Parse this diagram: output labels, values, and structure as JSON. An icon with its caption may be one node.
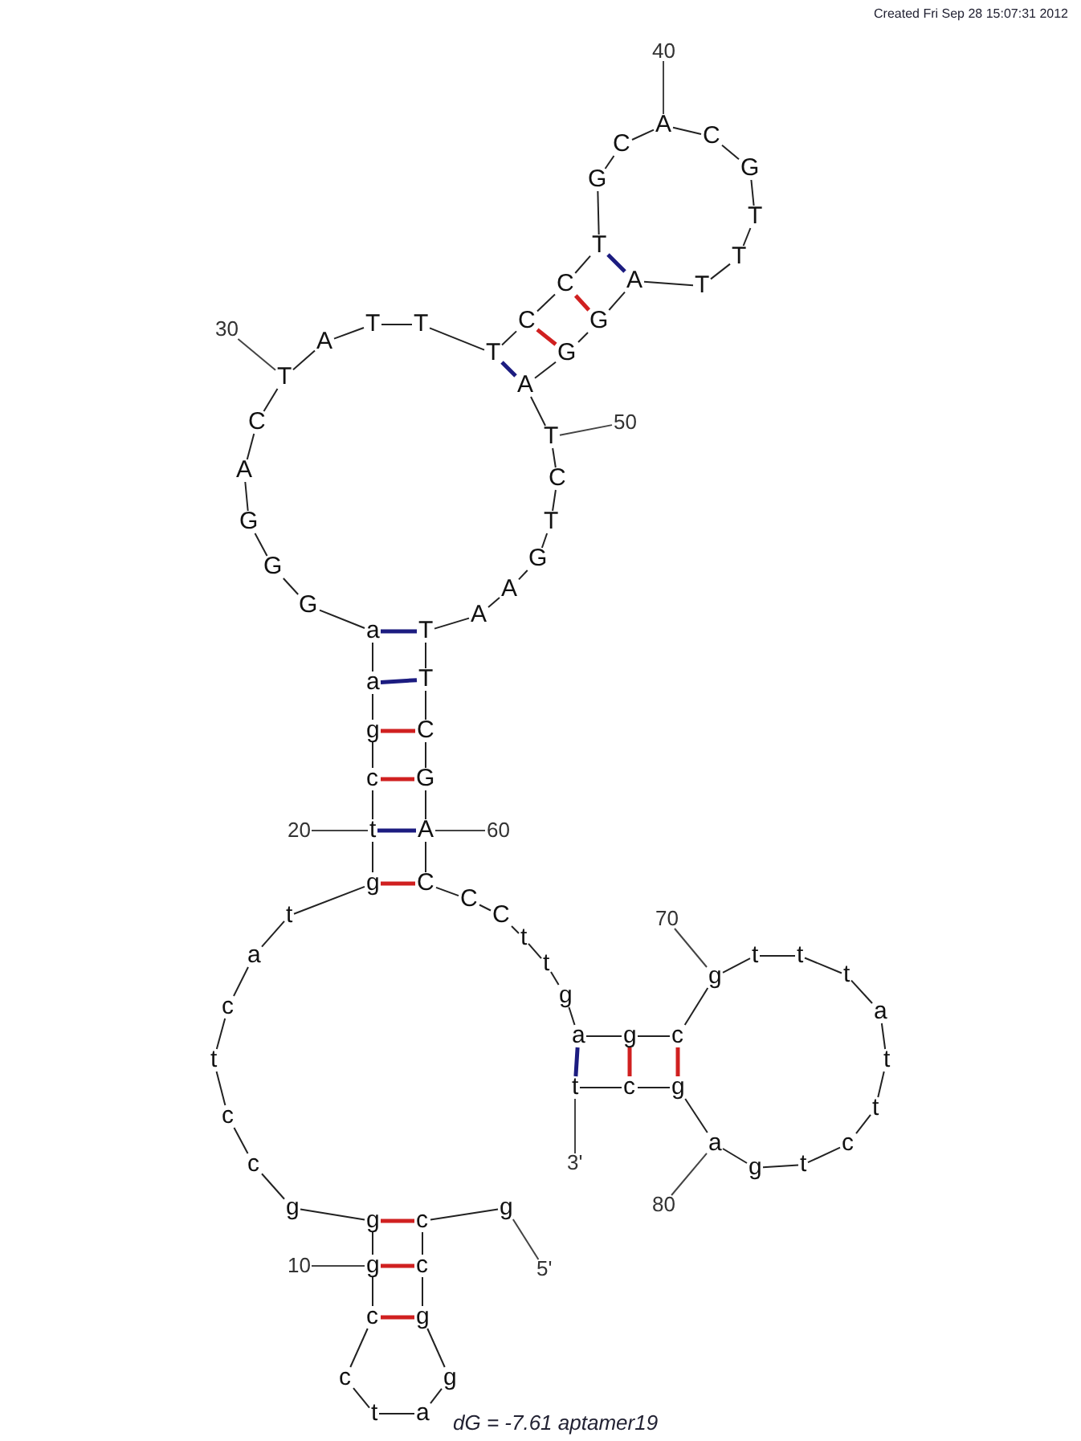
{
  "diagram": {
    "caption": "dG = -7.61 aptamer19",
    "nodes": [
      {
        "text": [
          "g"
        ]
      },
      {
        "text": [
          "c"
        ]
      },
      {
        "text": [
          "c"
        ]
      },
      {
        "text": [
          "g"
        ]
      },
      {
        "text": [
          "g"
        ]
      },
      {
        "text": [
          "a"
        ]
      },
      {
        "text": [
          "t"
        ]
      },
      {
        "text": [
          "c"
        ]
      },
      {
        "text": [
          "c"
        ]
      },
      {
        "text": [
          "g"
        ]
      },
      {
        "text": [
          "g"
        ]
      },
      {
        "text": [
          "g"
        ]
      },
      {
        "text": [
          "c"
        ]
      },
      {
        "text": [
          "c"
        ]
      },
      {
        "text": [
          "t"
        ]
      },
      {
        "text": [
          "c"
        ]
      },
      {
        "text": [
          "a"
        ]
      },
      {
        "text": [
          "t"
        ]
      },
      {
        "text": [
          "g"
        ]
      },
      {
        "text": [
          "t"
        ]
      },
      {
        "text": [
          "c"
        ]
      },
      {
        "text": [
          "g"
        ]
      },
      {
        "text": [
          "a"
        ]
      },
      {
        "text": [
          "a"
        ]
      },
      {
        "text": [
          "G"
        ]
      },
      {
        "text": [
          "G"
        ]
      },
      {
        "text": [
          "G"
        ]
      },
      {
        "text": [
          "A"
        ]
      },
      {
        "text": [
          "C"
        ]
      },
      {
        "text": [
          "T"
        ]
      },
      {
        "text": [
          "A"
        ]
      },
      {
        "text": [
          "T"
        ]
      },
      {
        "text": [
          "T"
        ]
      },
      {
        "text": [
          "T"
        ]
      },
      {
        "text": [
          "C"
        ]
      },
      {
        "text": [
          "C"
        ]
      },
      {
        "text": [
          "T"
        ]
      },
      {
        "text": [
          "G"
        ]
      },
      {
        "text": [
          "C"
        ]
      },
      {
        "text": [
          "A"
        ]
      },
      {
        "text": [
          "C"
        ]
      },
      {
        "text": [
          "G"
        ]
      },
      {
        "text": [
          "T"
        ]
      },
      {
        "text": [
          "T"
        ]
      },
      {
        "text": [
          "T"
        ]
      },
      {
        "text": [
          "A"
        ]
      },
      {
        "text": [
          "G"
        ]
      },
      {
        "text": [
          "G"
        ]
      },
      {
        "text": [
          "A"
        ]
      },
      {
        "text": [
          "T"
        ]
      },
      {
        "text": [
          "C"
        ]
      },
      {
        "text": [
          "T"
        ]
      },
      {
        "text": [
          "G"
        ]
      },
      {
        "text": [
          "A"
        ]
      },
      {
        "text": [
          "A"
        ]
      },
      {
        "text": [
          "T"
        ]
      },
      {
        "text": [
          "T"
        ]
      },
      {
        "text": [
          "C"
        ]
      },
      {
        "text": [
          "G"
        ]
      },
      {
        "text": [
          "A"
        ]
      },
      {
        "text": [
          "C"
        ]
      },
      {
        "text": [
          "C"
        ]
      },
      {
        "text": [
          "C"
        ]
      },
      {
        "text": [
          "t"
        ]
      },
      {
        "text": [
          "t"
        ]
      },
      {
        "text": [
          "g"
        ]
      },
      {
        "text": [
          "a"
        ]
      },
      {
        "text": [
          "g"
        ]
      },
      {
        "text": [
          "c"
        ]
      },
      {
        "text": [
          "g"
        ]
      },
      {
        "text": [
          "t"
        ]
      },
      {
        "text": [
          "t"
        ]
      },
      {
        "text": [
          "t"
        ]
      },
      {
        "text": [
          "a"
        ]
      },
      {
        "text": [
          "t"
        ]
      },
      {
        "text": [
          "t"
        ]
      },
      {
        "text": [
          "c"
        ]
      },
      {
        "text": [
          "t"
        ]
      },
      {
        "text": [
          "g"
        ]
      },
      {
        "text": [
          "a"
        ]
      },
      {
        "text": [
          "g"
        ]
      },
      {
        "text": [
          "c"
        ]
      },
      {
        "text": [
          "t"
        ]
      },
      {
        "text": [
          "10"
        ]
      },
      {
        "text": [
          "20"
        ]
      },
      {
        "text": [
          "30"
        ]
      },
      {
        "text": [
          "40"
        ]
      },
      {
        "text": [
          "50"
        ]
      },
      {
        "text": [
          "60"
        ]
      },
      {
        "text": [
          "70"
        ]
      },
      {
        "text": [
          "80"
        ]
      },
      {
        "text": [
          "5'"
        ]
      },
      {
        "text": [
          "3'"
        ]
      }
    ],
    "edges": [
      {
        "from": 0,
        "to": 1,
        "arrow": "none"
      },
      {
        "from": 1,
        "to": 2,
        "arrow": "none"
      },
      {
        "from": 2,
        "to": 3,
        "arrow": "none"
      },
      {
        "from": 3,
        "to": 4,
        "arrow": "none"
      },
      {
        "from": 4,
        "to": 5,
        "arrow": "none"
      },
      {
        "from": 5,
        "to": 6,
        "arrow": "none"
      },
      {
        "from": 6,
        "to": 7,
        "arrow": "none"
      },
      {
        "from": 7,
        "to": 8,
        "arrow": "none"
      },
      {
        "from": 8,
        "to": 9,
        "arrow": "none"
      },
      {
        "from": 9,
        "to": 10,
        "arrow": "none"
      },
      {
        "from": 10,
        "to": 11,
        "arrow": "none"
      },
      {
        "from": 11,
        "to": 12,
        "arrow": "none"
      },
      {
        "from": 12,
        "to": 13,
        "arrow": "none"
      },
      {
        "from": 13,
        "to": 14,
        "arrow": "none"
      },
      {
        "from": 14,
        "to": 15,
        "arrow": "none"
      },
      {
        "from": 15,
        "to": 16,
        "arrow": "none"
      },
      {
        "from": 16,
        "to": 17,
        "arrow": "none"
      },
      {
        "from": 17,
        "to": 18,
        "arrow": "none"
      },
      {
        "from": 18,
        "to": 19,
        "arrow": "none"
      },
      {
        "from": 19,
        "to": 20,
        "arrow": "none"
      },
      {
        "from": 20,
        "to": 21,
        "arrow": "none"
      },
      {
        "from": 21,
        "to": 22,
        "arrow": "none"
      },
      {
        "from": 22,
        "to": 23,
        "arrow": "none"
      },
      {
        "from": 23,
        "to": 24,
        "arrow": "none"
      },
      {
        "from": 24,
        "to": 25,
        "arrow": "none"
      },
      {
        "from": 25,
        "to": 26,
        "arrow": "none"
      },
      {
        "from": 26,
        "to": 27,
        "arrow": "none"
      },
      {
        "from": 27,
        "to": 28,
        "arrow": "none"
      },
      {
        "from": 28,
        "to": 29,
        "arrow": "none"
      },
      {
        "from": 29,
        "to": 30,
        "arrow": "none"
      },
      {
        "from": 30,
        "to": 31,
        "arrow": "none"
      },
      {
        "from": 31,
        "to": 32,
        "arrow": "none"
      },
      {
        "from": 32,
        "to": 33,
        "arrow": "none"
      },
      {
        "from": 33,
        "to": 34,
        "arrow": "none"
      },
      {
        "from": 34,
        "to": 35,
        "arrow": "none"
      },
      {
        "from": 35,
        "to": 36,
        "arrow": "none"
      },
      {
        "from": 36,
        "to": 37,
        "arrow": "none"
      },
      {
        "from": 37,
        "to": 38,
        "arrow": "none"
      },
      {
        "from": 38,
        "to": 39,
        "arrow": "none"
      },
      {
        "from": 39,
        "to": 40,
        "arrow": "none"
      },
      {
        "from": 40,
        "to": 41,
        "arrow": "none"
      },
      {
        "from": 41,
        "to": 42,
        "arrow": "none"
      },
      {
        "from": 42,
        "to": 43,
        "arrow": "none"
      },
      {
        "from": 43,
        "to": 44,
        "arrow": "none"
      },
      {
        "from": 44,
        "to": 45,
        "arrow": "none"
      },
      {
        "from": 45,
        "to": 46,
        "arrow": "none"
      },
      {
        "from": 46,
        "to": 47,
        "arrow": "none"
      },
      {
        "from": 47,
        "to": 48,
        "arrow": "none"
      },
      {
        "from": 48,
        "to": 49,
        "arrow": "none"
      },
      {
        "from": 49,
        "to": 50,
        "arrow": "none"
      },
      {
        "from": 50,
        "to": 51,
        "arrow": "none"
      },
      {
        "from": 51,
        "to": 52,
        "arrow": "none"
      },
      {
        "from": 52,
        "to": 53,
        "arrow": "none"
      },
      {
        "from": 53,
        "to": 54,
        "arrow": "none"
      },
      {
        "from": 54,
        "to": 55,
        "arrow": "none"
      },
      {
        "from": 55,
        "to": 56,
        "arrow": "none"
      },
      {
        "from": 56,
        "to": 57,
        "arrow": "none"
      },
      {
        "from": 57,
        "to": 58,
        "arrow": "none"
      },
      {
        "from": 58,
        "to": 59,
        "arrow": "none"
      },
      {
        "from": 59,
        "to": 60,
        "arrow": "none"
      },
      {
        "from": 60,
        "to": 61,
        "arrow": "none"
      },
      {
        "from": 61,
        "to": 62,
        "arrow": "none"
      },
      {
        "from": 62,
        "to": 63,
        "arrow": "none"
      },
      {
        "from": 63,
        "to": 64,
        "arrow": "none"
      },
      {
        "from": 64,
        "to": 65,
        "arrow": "none"
      },
      {
        "from": 65,
        "to": 66,
        "arrow": "none"
      },
      {
        "from": 66,
        "to": 67,
        "arrow": "none"
      },
      {
        "from": 67,
        "to": 68,
        "arrow": "none"
      },
      {
        "from": 68,
        "to": 69,
        "arrow": "none"
      },
      {
        "from": 69,
        "to": 70,
        "arrow": "none"
      },
      {
        "from": 70,
        "to": 71,
        "arrow": "none"
      },
      {
        "from": 71,
        "to": 72,
        "arrow": "none"
      },
      {
        "from": 72,
        "to": 73,
        "arrow": "none"
      },
      {
        "from": 73,
        "to": 74,
        "arrow": "none"
      },
      {
        "from": 74,
        "to": 75,
        "arrow": "none"
      },
      {
        "from": 75,
        "to": 76,
        "arrow": "none"
      },
      {
        "from": 76,
        "to": 77,
        "arrow": "none"
      },
      {
        "from": 77,
        "to": 78,
        "arrow": "none"
      },
      {
        "from": 78,
        "to": 79,
        "arrow": "none"
      },
      {
        "from": 79,
        "to": 80,
        "arrow": "none"
      },
      {
        "from": 80,
        "to": 81,
        "arrow": "none"
      },
      {
        "from": 81,
        "to": 82,
        "arrow": "none"
      },
      {
        "from": 1,
        "to": 10,
        "arrow": "none",
        "style": "thick",
        "color": "#d02020"
      },
      {
        "from": 2,
        "to": 9,
        "arrow": "none",
        "style": "thick",
        "color": "#d02020"
      },
      {
        "from": 3,
        "to": 8,
        "arrow": "none",
        "style": "thick",
        "color": "#d02020"
      },
      {
        "from": 18,
        "to": 60,
        "arrow": "none",
        "style": "thick",
        "color": "#d02020"
      },
      {
        "from": 19,
        "to": 59,
        "arrow": "none",
        "style": "thick",
        "color": "#1c1c80"
      },
      {
        "from": 20,
        "to": 58,
        "arrow": "none",
        "style": "thick",
        "color": "#d02020"
      },
      {
        "from": 21,
        "to": 57,
        "arrow": "none",
        "style": "thick",
        "color": "#d02020"
      },
      {
        "from": 22,
        "to": 56,
        "arrow": "none",
        "style": "thick",
        "color": "#1c1c80"
      },
      {
        "from": 23,
        "to": 55,
        "arrow": "none",
        "style": "thick",
        "color": "#1c1c80"
      },
      {
        "from": 33,
        "to": 48,
        "arrow": "none",
        "style": "thick",
        "color": "#1c1c80"
      },
      {
        "from": 34,
        "to": 47,
        "arrow": "none",
        "style": "thick",
        "color": "#d02020"
      },
      {
        "from": 35,
        "to": 46,
        "arrow": "none",
        "style": "thick",
        "color": "#d02020"
      },
      {
        "from": 36,
        "to": 45,
        "arrow": "none",
        "style": "thick",
        "color": "#1c1c80"
      },
      {
        "from": 66,
        "to": 82,
        "arrow": "none",
        "style": "thick",
        "color": "#1c1c80"
      },
      {
        "from": 67,
        "to": 81,
        "arrow": "none",
        "style": "thick",
        "color": "#d02020"
      },
      {
        "from": 68,
        "to": 80,
        "arrow": "none",
        "style": "thick",
        "color": "#d02020"
      },
      {
        "from": 83,
        "to": 9,
        "arrow": "none"
      },
      {
        "from": 84,
        "to": 19,
        "arrow": "none"
      },
      {
        "from": 85,
        "to": 29,
        "arrow": "none"
      },
      {
        "from": 86,
        "to": 39,
        "arrow": "none"
      },
      {
        "from": 87,
        "to": 49,
        "arrow": "none"
      },
      {
        "from": 88,
        "to": 59,
        "arrow": "none"
      },
      {
        "from": 89,
        "to": 69,
        "arrow": "none"
      },
      {
        "from": 90,
        "to": 79,
        "arrow": "none"
      },
      {
        "from": 91,
        "to": 0,
        "arrow": "none"
      },
      {
        "from": 92,
        "to": 82,
        "arrow": "none"
      }
    ],
    "labels": [
      "Created Fri Sep 28 15:07:31 2012"
    ]
  }
}
